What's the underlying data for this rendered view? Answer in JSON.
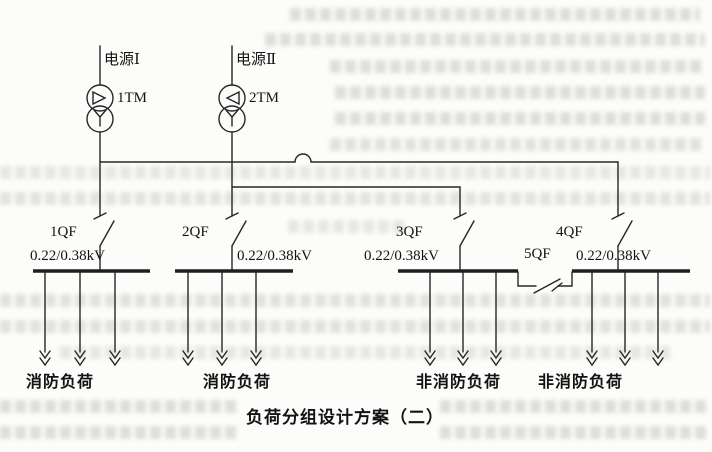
{
  "sources": [
    {
      "label": "电源Ⅰ",
      "transformer_label": "1TM"
    },
    {
      "label": "电源Ⅱ",
      "transformer_label": "2TM"
    }
  ],
  "feeders": [
    {
      "breaker": "1QF",
      "voltage": "0.22/0.38kV",
      "load": "消防负荷"
    },
    {
      "breaker": "2QF",
      "voltage": "0.22/0.38kV",
      "load": "消防负荷"
    },
    {
      "breaker": "3QF",
      "voltage": "0.22/0.38kV",
      "load": "非消防负荷"
    },
    {
      "breaker": "4QF",
      "voltage": "0.22/0.38kV",
      "load": "非消防负荷"
    }
  ],
  "tie_breaker": {
    "label": "5QF"
  },
  "caption": "负荷分组设计方案（二）"
}
